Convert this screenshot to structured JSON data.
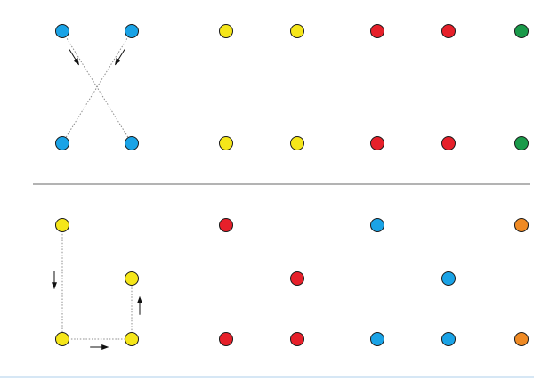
{
  "colors": {
    "blue": "#1aa3e6",
    "yellow": "#f5e61a",
    "red": "#e6202a",
    "green": "#1a9a4a",
    "orange": "#ef8a24",
    "outline": "#1a1a1a",
    "path": "#8c8c8c",
    "arrow": "#111111",
    "divider": "#9a9a9a",
    "bottom_rule": "#c9dff2"
  },
  "panels": [
    {
      "name": "top-panel",
      "dots": [
        {
          "name": "blue-dot-1",
          "color": "blue",
          "col": 0,
          "row": 0
        },
        {
          "name": "blue-dot-2",
          "color": "blue",
          "col": 1,
          "row": 0
        },
        {
          "name": "blue-dot-3",
          "color": "blue",
          "col": 0,
          "row": 2
        },
        {
          "name": "blue-dot-4",
          "color": "blue",
          "col": 1,
          "row": 2
        },
        {
          "name": "yellow-dot-1",
          "color": "yellow",
          "col": 2,
          "row": 0
        },
        {
          "name": "yellow-dot-2",
          "color": "yellow",
          "col": 3,
          "row": 0
        },
        {
          "name": "yellow-dot-3",
          "color": "yellow",
          "col": 2,
          "row": 2
        },
        {
          "name": "yellow-dot-4",
          "color": "yellow",
          "col": 3,
          "row": 2
        },
        {
          "name": "red-dot-1",
          "color": "red",
          "col": 4,
          "row": 0
        },
        {
          "name": "red-dot-2",
          "color": "red",
          "col": 5,
          "row": 0
        },
        {
          "name": "red-dot-3",
          "color": "red",
          "col": 4,
          "row": 2
        },
        {
          "name": "red-dot-4",
          "color": "red",
          "col": 5,
          "row": 2
        },
        {
          "name": "green-dot-1",
          "color": "green",
          "col": 6,
          "row": 0
        },
        {
          "name": "green-dot-2",
          "color": "green",
          "col": 6,
          "row": 2
        }
      ],
      "paths": [
        {
          "name": "cross-path-1",
          "from": [
            0,
            0
          ],
          "to": [
            1,
            2
          ]
        },
        {
          "name": "cross-path-2",
          "from": [
            1,
            0
          ],
          "to": [
            0,
            2
          ]
        }
      ]
    },
    {
      "name": "bottom-panel",
      "dots": [
        {
          "name": "yellow-dot-5",
          "color": "yellow",
          "col": 0,
          "row": 0
        },
        {
          "name": "yellow-dot-6",
          "color": "yellow",
          "col": 1,
          "row": 1
        },
        {
          "name": "yellow-dot-7",
          "color": "yellow",
          "col": 0,
          "row": 2
        },
        {
          "name": "yellow-dot-8",
          "color": "yellow",
          "col": 1,
          "row": 2
        },
        {
          "name": "red-dot-5",
          "color": "red",
          "col": 2,
          "row": 0
        },
        {
          "name": "red-dot-6",
          "color": "red",
          "col": 3,
          "row": 1
        },
        {
          "name": "red-dot-7",
          "color": "red",
          "col": 2,
          "row": 2
        },
        {
          "name": "red-dot-8",
          "color": "red",
          "col": 3,
          "row": 2
        },
        {
          "name": "blue-dot-5",
          "color": "blue",
          "col": 4,
          "row": 0
        },
        {
          "name": "blue-dot-6",
          "color": "blue",
          "col": 5,
          "row": 1
        },
        {
          "name": "blue-dot-7",
          "color": "blue",
          "col": 4,
          "row": 2
        },
        {
          "name": "blue-dot-8",
          "color": "blue",
          "col": 5,
          "row": 2
        },
        {
          "name": "orange-dot-1",
          "color": "orange",
          "col": 6,
          "row": 0
        },
        {
          "name": "orange-dot-2",
          "color": "orange",
          "col": 6,
          "row": 2
        }
      ],
      "paths": [
        {
          "name": "l-path-down",
          "from": [
            0,
            0
          ],
          "to": [
            0,
            2
          ]
        },
        {
          "name": "l-path-right",
          "from": [
            0,
            2
          ],
          "to": [
            1,
            2
          ]
        },
        {
          "name": "l-path-up",
          "from": [
            1,
            2
          ],
          "to": [
            1,
            1
          ]
        }
      ]
    }
  ]
}
